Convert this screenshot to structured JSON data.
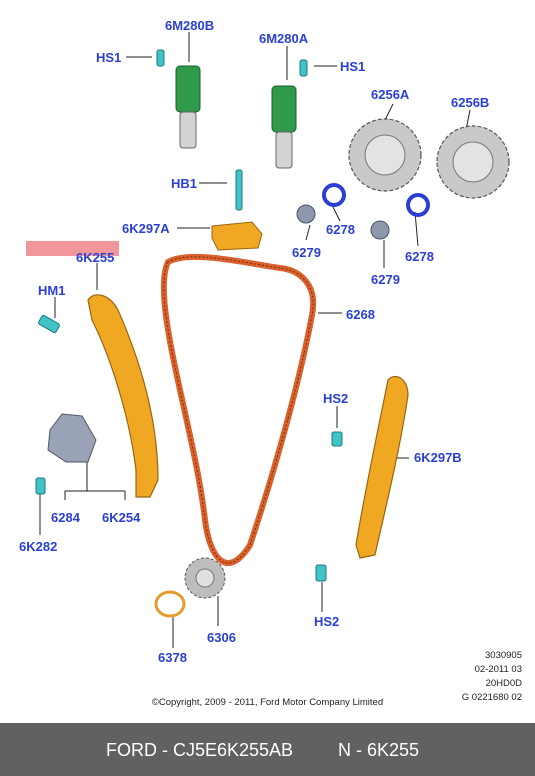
{
  "labels": {
    "l_6M280B": "6M280B",
    "l_6M280A": "6M280A",
    "l_HS1_left": "HS1",
    "l_HS1_right": "HS1",
    "l_6256A": "6256A",
    "l_6256B": "6256B",
    "l_HB1": "HB1",
    "l_6K297A": "6K297A",
    "l_6278_a": "6278",
    "l_6279_a": "6279",
    "l_6278_b": "6278",
    "l_6279_b": "6279",
    "l_6K255": "6K255",
    "l_HM1": "HM1",
    "l_6268": "6268",
    "l_HS2_top": "HS2",
    "l_6K297B": "6K297B",
    "l_6284": "6284",
    "l_6K254": "6K254",
    "l_6K282": "6K282",
    "l_HS2_bottom": "HS2",
    "l_6378": "6378",
    "l_6306": "6306"
  },
  "doc_codes": [
    "3030905",
    "02-2011 03",
    "20HD0D",
    "G 0221680 02"
  ],
  "copyright": "©Copyright, 2009 - 2011, Ford Motor Company Limited",
  "footer": {
    "left": "FORD - CJ5E6K255AB",
    "right": "N - 6K255"
  },
  "colors": {
    "label_blue": "#2a3fd6",
    "chain_orange": "#d9622c",
    "guide_orange": "#f0a823",
    "solenoid_green": "#2f9a4a",
    "bolt_teal": "#3fc3c7",
    "highlight_pink": "#f08c90",
    "footer_gray": "#616161"
  }
}
